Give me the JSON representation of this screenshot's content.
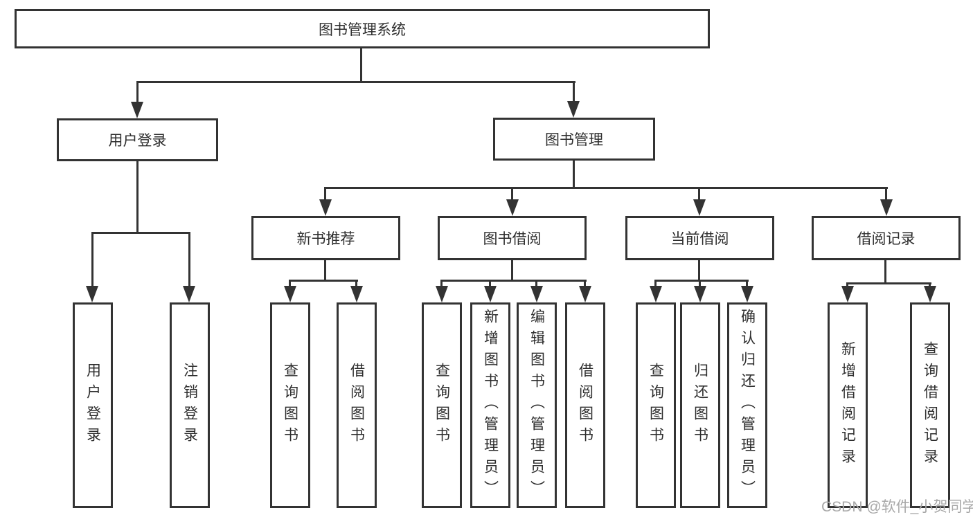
{
  "tree": {
    "root": {
      "label": "图书管理系统",
      "children": [
        {
          "label": "用户登录",
          "children": [
            {
              "label": "用户登录"
            },
            {
              "label": "注销登录"
            }
          ]
        },
        {
          "label": "图书管理",
          "children": [
            {
              "label": "新书推荐",
              "children": [
                {
                  "label": "查询图书"
                },
                {
                  "label": "借阅图书"
                }
              ]
            },
            {
              "label": "图书借阅",
              "children": [
                {
                  "label": "查询图书"
                },
                {
                  "label": "新增图书（管理员）"
                },
                {
                  "label": "编辑图书（管理员）"
                },
                {
                  "label": "借阅图书"
                }
              ]
            },
            {
              "label": "当前借阅",
              "children": [
                {
                  "label": "查询图书"
                },
                {
                  "label": "归还图书"
                },
                {
                  "label": "确认归还（管理员）"
                }
              ]
            },
            {
              "label": "借阅记录",
              "children": [
                {
                  "label": "新增借阅记录"
                },
                {
                  "label": "查询借阅记录"
                }
              ]
            }
          ]
        }
      ]
    }
  },
  "watermark": {
    "text": "CSDN @软件_小贺同学"
  },
  "colors": {
    "line": "#333333",
    "box_border": "#333333",
    "box_fill": "#ffffff",
    "text": "#2d2d2d",
    "watermark": "#a8a8a8",
    "background": "#ffffff"
  }
}
